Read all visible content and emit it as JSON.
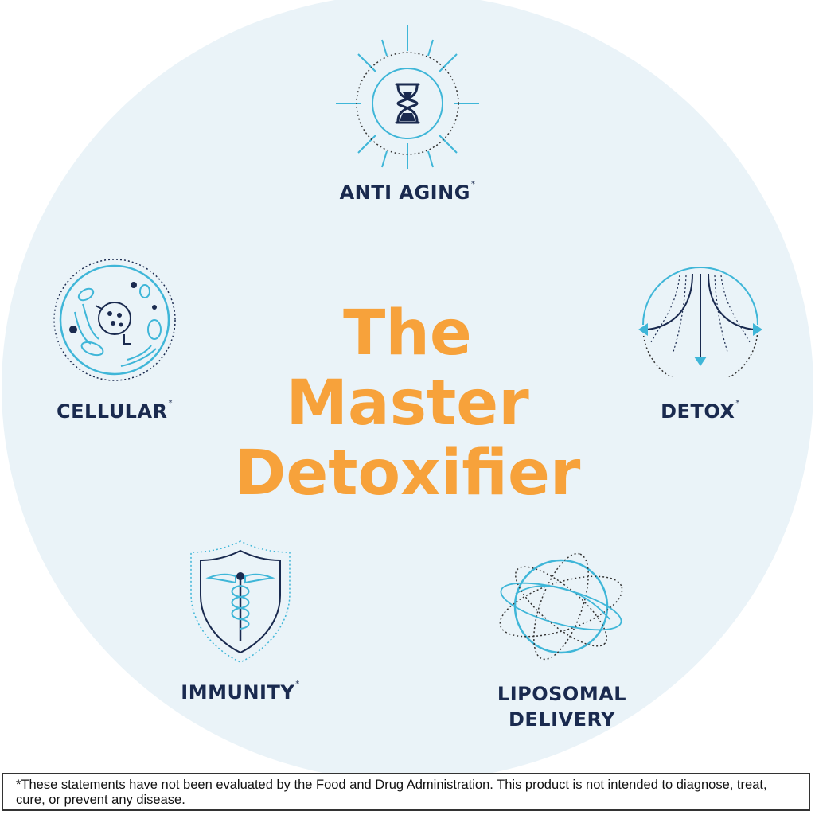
{
  "title": {
    "line1": "The",
    "line2": "Master",
    "line3": "Detoxifier"
  },
  "benefits": [
    {
      "label": "ANTI AGING",
      "mark": "*",
      "icon": "hourglass-icon"
    },
    {
      "label": "CELLULAR",
      "mark": "*",
      "icon": "cell-icon"
    },
    {
      "label": "DETOX",
      "mark": "*",
      "icon": "detox-arrows-icon"
    },
    {
      "label": "IMMUNITY",
      "mark": "*",
      "icon": "shield-caduceus-icon"
    },
    {
      "label_line1": "LIPOSOMAL",
      "label_line2": "DELIVERY",
      "icon": "liposome-orbit-icon"
    }
  ],
  "disclaimer": "*These statements have not been evaluated by the Food and Drug Administration. This product is not intended to diagnose, treat, cure, or prevent any disease.",
  "colors": {
    "background_circle": "#eaf3f8",
    "title_orange": "#f7a23b",
    "label_navy": "#1a2a4f",
    "icon_cyan": "#3fb6d8"
  }
}
